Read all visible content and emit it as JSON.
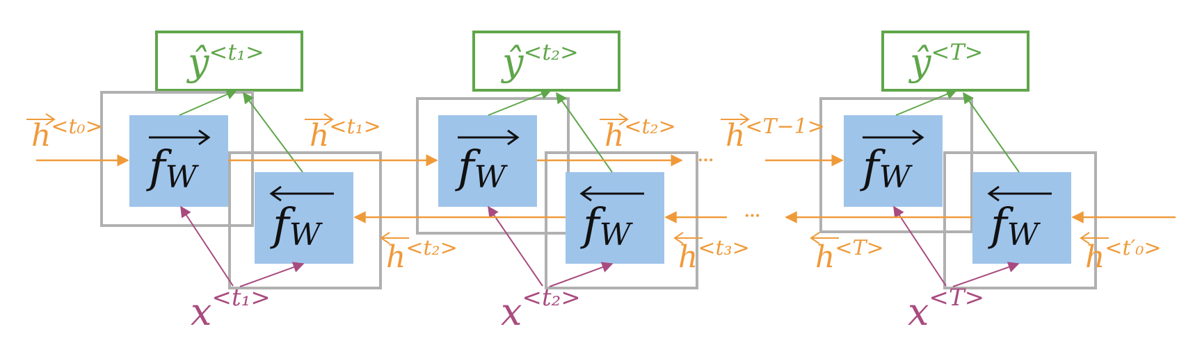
{
  "colors": {
    "output": "#5fa64a",
    "forward": "#ef9a3a",
    "backward": "#ef9a3a",
    "input": "#a84b7f",
    "cell_fill": "#9fc4ea",
    "frame": "#b0b0b0",
    "ink": "#111111"
  },
  "steps": [
    {
      "output_symbol": "ŷ",
      "output_superscript": "<t₁>",
      "input_symbol": "x",
      "input_superscript": "<t₁>",
      "forward_cell": "f",
      "forward_cell_subscript": "W",
      "backward_cell": "f",
      "backward_cell_subscript": "W"
    },
    {
      "output_symbol": "ŷ",
      "output_superscript": "<t₂>",
      "input_symbol": "x",
      "input_superscript": "<t₂>",
      "forward_cell": "f",
      "forward_cell_subscript": "W",
      "backward_cell": "f",
      "backward_cell_subscript": "W"
    },
    {
      "output_symbol": "ŷ",
      "output_superscript": "<T>",
      "input_symbol": "x",
      "input_superscript": "<T>",
      "forward_cell": "f",
      "forward_cell_subscript": "W",
      "backward_cell": "f",
      "backward_cell_subscript": "W"
    }
  ],
  "forward_states": [
    {
      "symbol": "h",
      "superscript": "<t₀>"
    },
    {
      "symbol": "h",
      "superscript": "<t₁>"
    },
    {
      "symbol": "h",
      "superscript": "<t₂>"
    },
    {
      "symbol": "h",
      "superscript": "<T−1>"
    }
  ],
  "backward_states": [
    {
      "symbol": "h",
      "superscript": "<t₂>"
    },
    {
      "symbol": "h",
      "superscript": "<t₃>"
    },
    {
      "symbol": "h",
      "superscript": "<T>"
    },
    {
      "symbol": "h",
      "superscript": "<t′₀>"
    }
  ],
  "ellipsis": "···"
}
